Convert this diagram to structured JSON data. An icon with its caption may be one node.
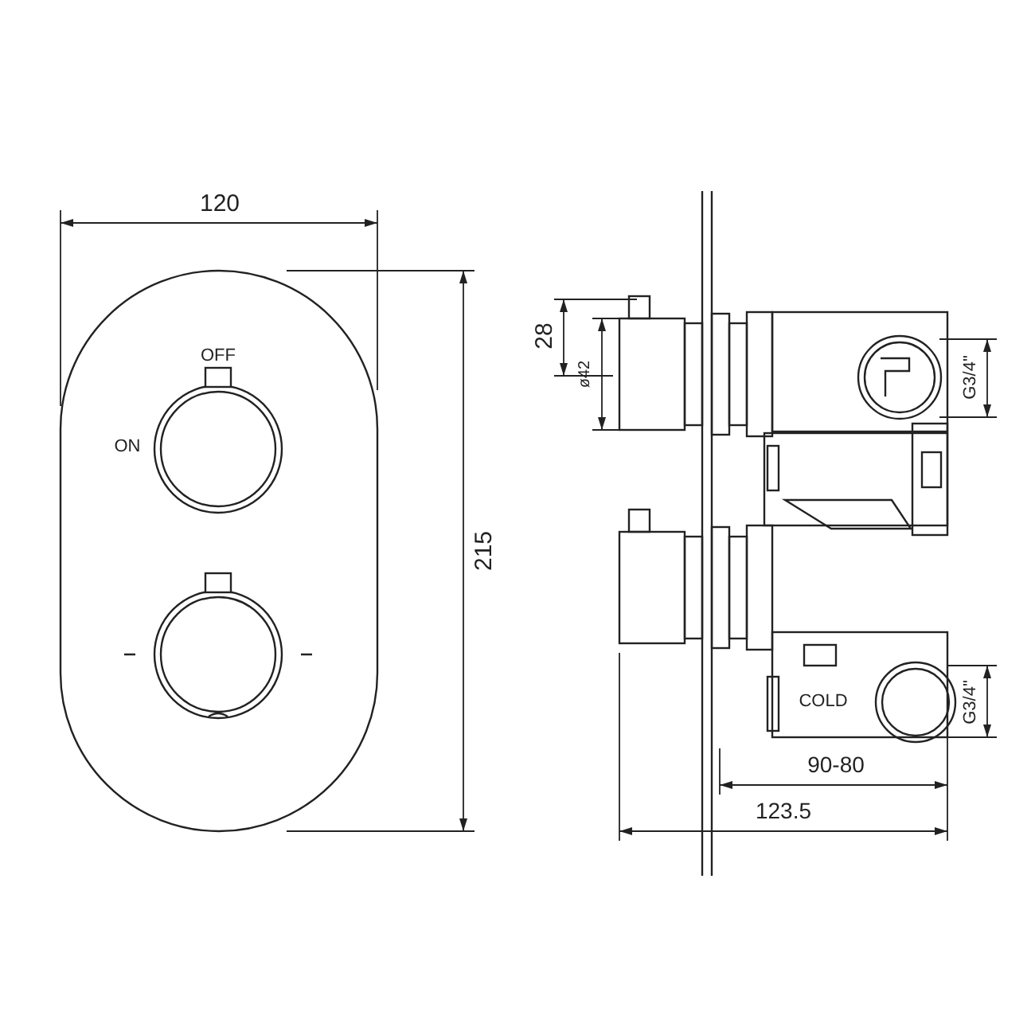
{
  "diagram": {
    "labels": [
      "120",
      "215",
      "OFF",
      "ON",
      "28",
      "ø42",
      "G3/4\"",
      "G3/4\"",
      "COLD",
      "90-80",
      "123.5"
    ]
  }
}
